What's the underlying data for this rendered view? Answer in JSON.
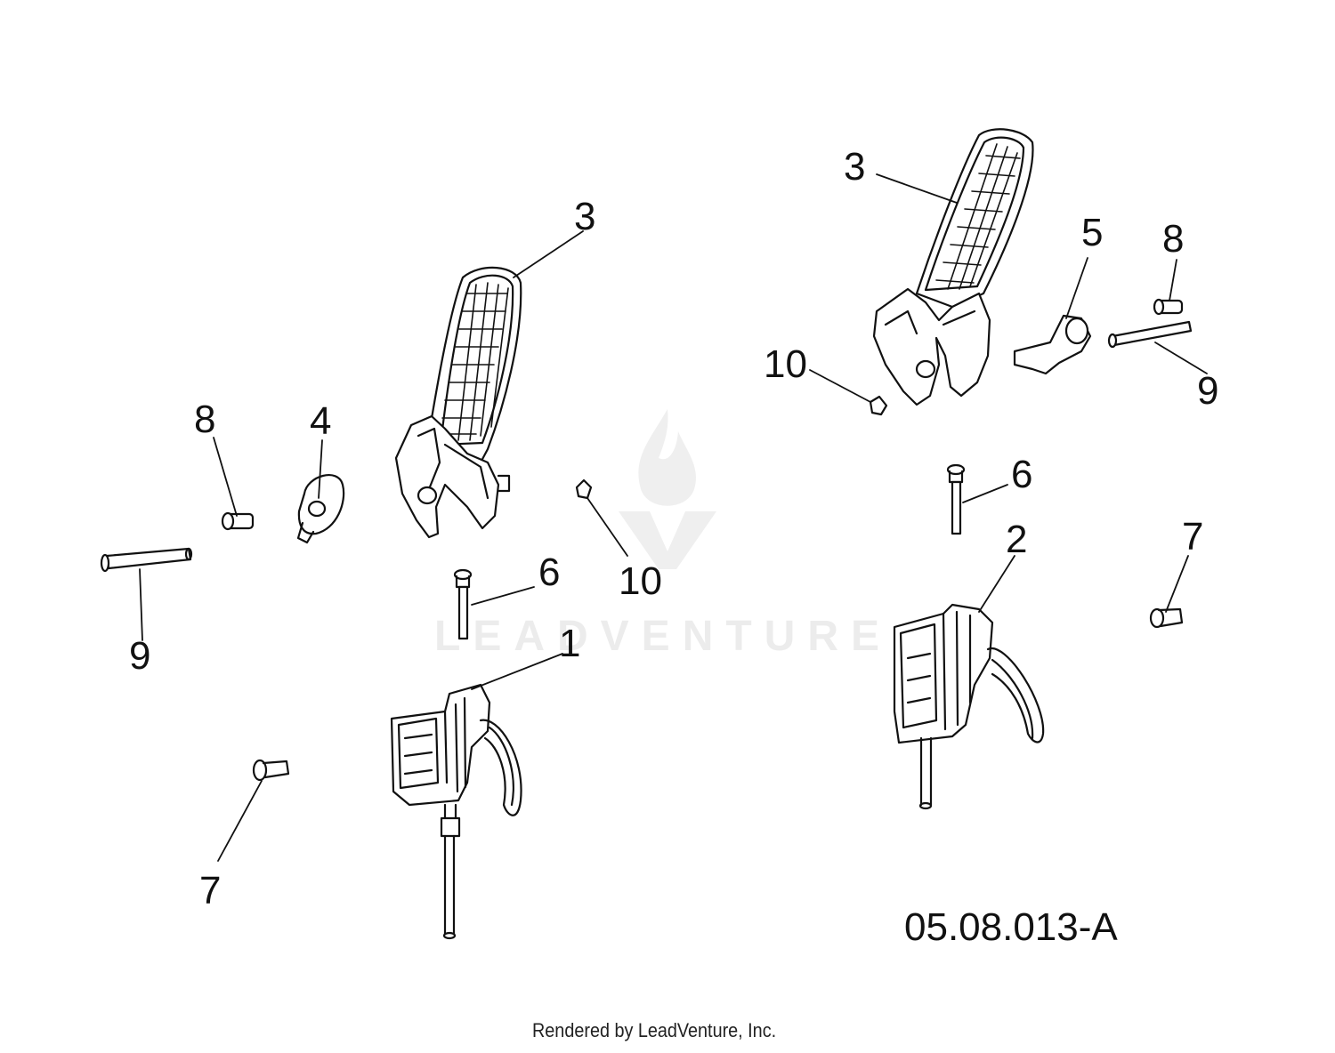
{
  "diagram": {
    "code": "05.08.013-A",
    "credit": "Rendered by LeadVenture, Inc.",
    "watermark": "LEADVENTURE",
    "callouts": {
      "left_3": "3",
      "left_4": "4",
      "left_8": "8",
      "left_9": "9",
      "left_10": "10",
      "left_6": "6",
      "left_1": "1",
      "left_7": "7",
      "right_3": "3",
      "right_5": "5",
      "right_8": "8",
      "right_10": "10",
      "right_9": "9",
      "right_6": "6",
      "right_2": "2",
      "right_7": "7"
    }
  }
}
